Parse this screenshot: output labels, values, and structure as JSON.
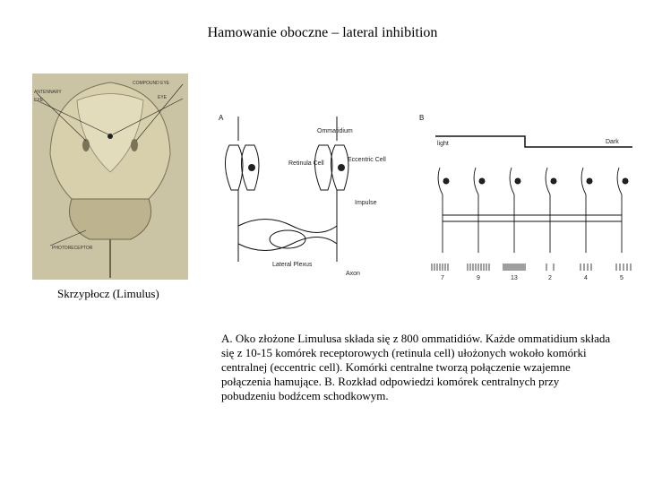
{
  "page": {
    "title": "Hamowanie oboczne – lateral inhibition",
    "photo_caption": "Skrzypłocz (Limulus)",
    "description": "A. Oko złożone Limulusa składa się z 800 ommatidiów. Każde ommatidium składa się z 10-15 komórek receptorowych (retinula cell) ułożonych wokoło komórki centralnej (eccentric cell). Komórki centralne tworzą połączenie wzajemne połączenia hamujące. B. Rozkład odpowiedzi komórek centralnych przy pobudzeniu bodźcem schodkowym."
  },
  "photo_labels": {
    "left_1": "ANTENNARY",
    "left_2": "EYE",
    "right_1": "COMPOUND EYE",
    "right_2": "EYE",
    "bottom": "PHOTORECEPTOR"
  },
  "diagram_a": {
    "panel_label": "A",
    "ommatidium": "Ommatidium",
    "retinula_cell": "Retinula Cell",
    "eccentric_cell": "Eccentric Cell",
    "impulse": "Impulse",
    "lateral_plexus": "Lateral Plexus",
    "axon": "Axon"
  },
  "diagram_b": {
    "panel_label": "B",
    "light": "light",
    "dark": "Dark",
    "counts": [
      "7",
      "9",
      "13",
      "2",
      "4",
      "5"
    ]
  }
}
